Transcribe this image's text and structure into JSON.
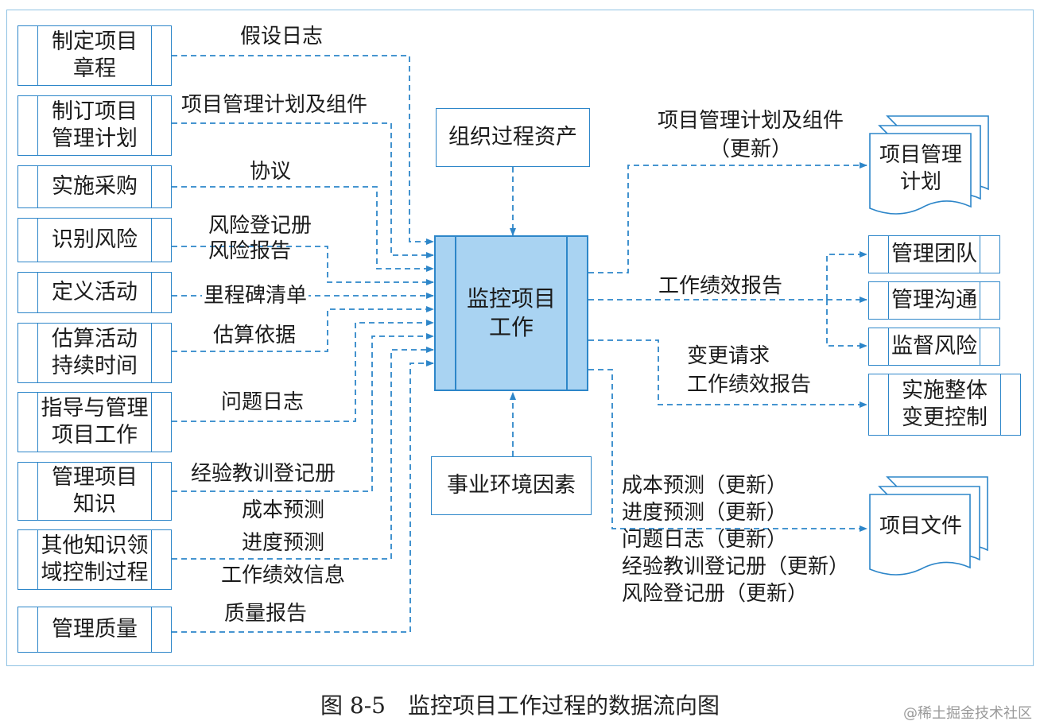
{
  "inputs": [
    {
      "box": "制定项目\n章程",
      "label": "假设日志"
    },
    {
      "box": "制订项目\n管理计划",
      "label": "项目管理计划及组件"
    },
    {
      "box": "实施采购",
      "label": "协议"
    },
    {
      "box": "识别风险",
      "label": "风险登记册\n风险报告"
    },
    {
      "box": "定义活动",
      "label": "里程碑清单"
    },
    {
      "box": "估算活动\n持续时间",
      "label": "估算依据"
    },
    {
      "box": "指导与管理\n项目工作",
      "label": "问题日志"
    },
    {
      "box": "管理项目\n知识",
      "label": "经验教训登记册"
    },
    {
      "box": "其他知识领\n域控制过程",
      "label": "成本预测\n进度预测\n工作绩效信息"
    },
    {
      "box": "管理质量",
      "label": "质量报告"
    }
  ],
  "top_box": "组织过程资产",
  "center_box": "监控项目\n工作",
  "bottom_box": "事业环境因素",
  "outputs": {
    "plan_label": "项目管理计划及组件\n（更新）",
    "plan_doc": "项目管理\n计划",
    "perf_label": "工作绩效报告",
    "team": "管理团队",
    "comm": "管理沟通",
    "risk": "监督风险",
    "change_label": "变更请求\n工作绩效报告",
    "change": "实施整体\n变更控制",
    "docs_label": "成本预测（更新）\n进度预测（更新）\n问题日志（更新）\n经验教训登记册（更新）\n风险登记册（更新）",
    "docs": "项目文件"
  },
  "caption": "图 8-5　监控项目工作过程的数据流向图",
  "watermark": "@稀土掘金技术社区",
  "colors": {
    "line": "#2d86c9",
    "center_fill": "#a9d3f2",
    "frame": "#8fc2e3"
  }
}
